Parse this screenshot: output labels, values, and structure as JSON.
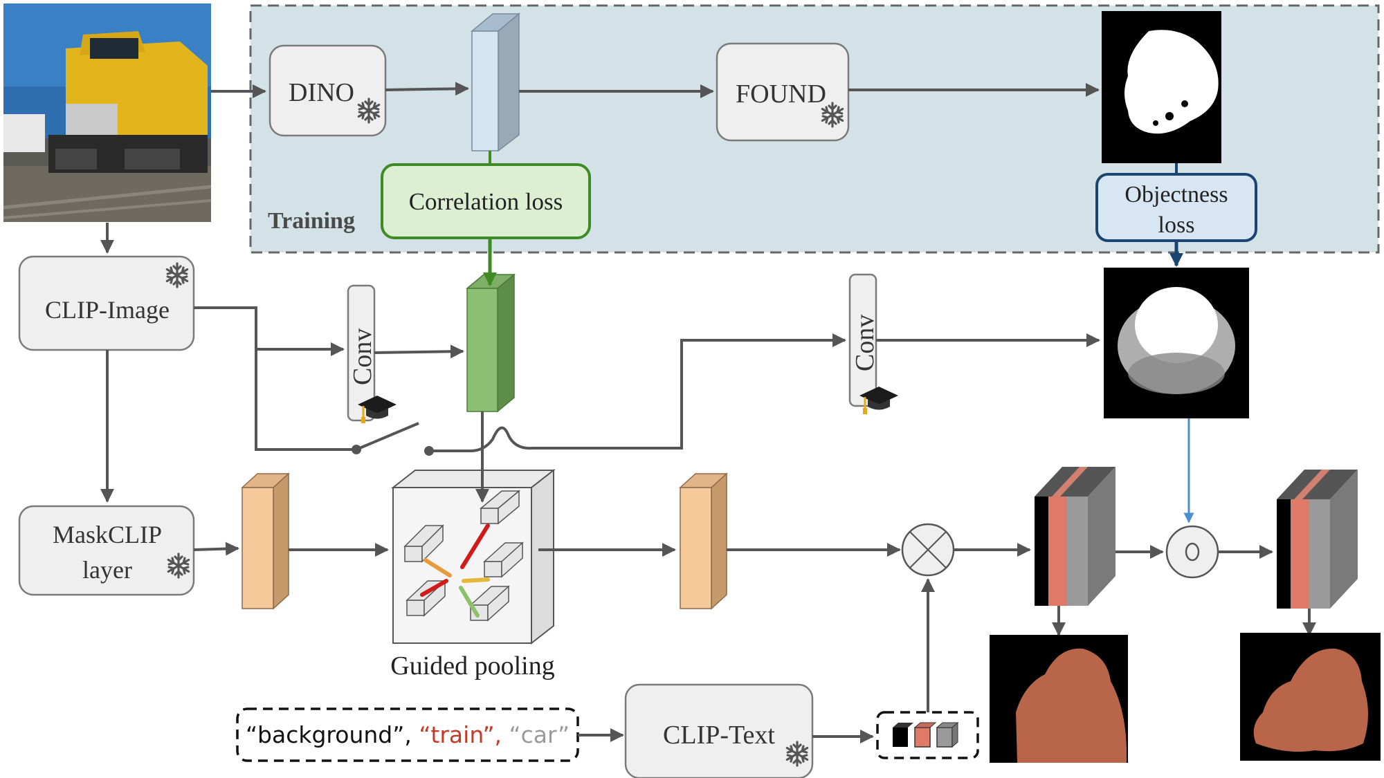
{
  "colors": {
    "training_bg": "#d3e2e6",
    "correlation_fill": "#dcefd2",
    "correlation_stroke": "#3f8a25",
    "objectness_fill": "#d7e6f2",
    "objectness_stroke": "#1a4570",
    "feature_green": "#8cbf73",
    "feature_blue": "#d5e4f1",
    "feature_orange": "#f5c99a",
    "mask_color": "#b8654a",
    "class_red": "#c43a27",
    "class_gray": "#9a9a9a"
  },
  "training": {
    "label": "Training",
    "dino_label": "DINO",
    "found_label": "FOUND",
    "correlation_loss_label": "Correlation loss",
    "objectness_loss_line1": "Objectness",
    "objectness_loss_line2": "loss"
  },
  "main": {
    "clip_image_label": "CLIP-Image",
    "conv1_label": "Conv",
    "conv2_label": "Conv",
    "maskclip_line1": "MaskCLIP",
    "maskclip_line2": "layer",
    "guided_pooling_label": "Guided pooling",
    "clip_text_label": "CLIP-Text",
    "multiply_symbol": "⊗",
    "hadamard_symbol": "⊙"
  },
  "prompt": {
    "q_open1": "“",
    "class1": "background",
    "q_close1": "”, ",
    "q_open2": "“",
    "class2": "train",
    "q_close2": "”, ",
    "q_open3": "“",
    "class3": "car",
    "q_close3": "”"
  },
  "icons": {
    "frozen": "snowflake-icon",
    "trainable": "graduation-cap-icon"
  }
}
